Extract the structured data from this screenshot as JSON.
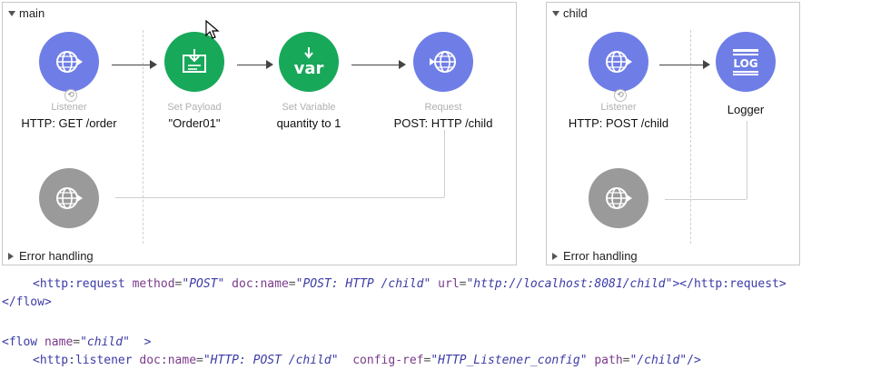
{
  "main": {
    "title": "main",
    "nodes": [
      {
        "name": "Listener",
        "value": "HTTP: GET /order"
      },
      {
        "name": "Set Payload",
        "value": "\"Order01\""
      },
      {
        "name": "Set Variable",
        "value": "quantity to 1",
        "icon_text": "var"
      },
      {
        "name": "Request",
        "value": "POST: HTTP /child"
      }
    ],
    "error_handling": "Error handling"
  },
  "child": {
    "title": "child",
    "nodes": [
      {
        "name": "Listener",
        "value": "HTTP: POST /child"
      },
      {
        "name": "Logger",
        "icon_text": "LOG"
      }
    ],
    "error_handling": "Error handling"
  },
  "code": {
    "line1": {
      "open_tag": "<http:request",
      "attr1": "method",
      "val1": "\"POST\"",
      "attr2": "doc:name",
      "val2": "\"POST: HTTP /child\"",
      "attr3": "url",
      "val3": "\"http://localhost:8081/child\"",
      "close": "></http:request>"
    },
    "line2": "</flow>",
    "line3": {
      "open_tag": "<flow",
      "attr1": "name",
      "val1": "\"child\"",
      "close": ">"
    },
    "line4": {
      "open_tag": "<http:listener",
      "attr1": "doc:name",
      "val1": "\"HTTP: POST /child\"",
      "attr2": "config-ref",
      "val2": "\"HTTP_Listener_config\"",
      "attr3": "path",
      "val3": "\"/child\"",
      "close": "/>"
    }
  },
  "colors": {
    "blue_node": "#6f7ee6",
    "green_node": "#18a85a",
    "gray_node": "#9a9a9a"
  }
}
